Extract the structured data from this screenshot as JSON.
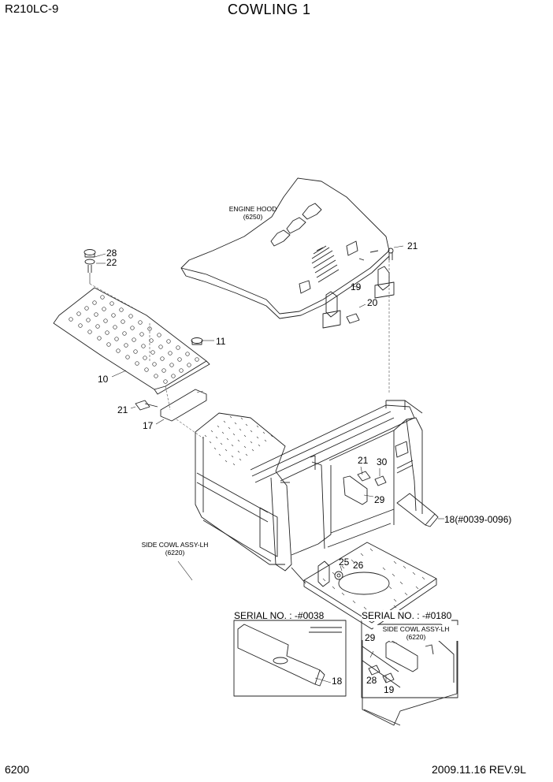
{
  "header": {
    "model": "R210LC-9",
    "title": "COWLING 1"
  },
  "footer": {
    "page": "6200",
    "revision": "2009.11.16  REV.9L"
  },
  "notes": {
    "engine_hood": "ENGINE HOOD",
    "engine_hood_ref": "(6250)",
    "side_cowl_main": "SIDE COWL ASSY-LH",
    "side_cowl_main_ref": "(6220)",
    "side_cowl_inset": "SIDE COWL ASSY-LH",
    "side_cowl_inset_ref": "(6220)",
    "serial_left": "SERIAL NO. : -#0038",
    "serial_right": "SERIAL NO. : -#0180"
  },
  "callouts": [
    "28",
    "22",
    "11",
    "10",
    "21",
    "17",
    "21",
    "19",
    "20",
    "21",
    "30",
    "29",
    "18(#0039-0096)",
    "25",
    "26",
    "29",
    "28",
    "19",
    "18"
  ]
}
